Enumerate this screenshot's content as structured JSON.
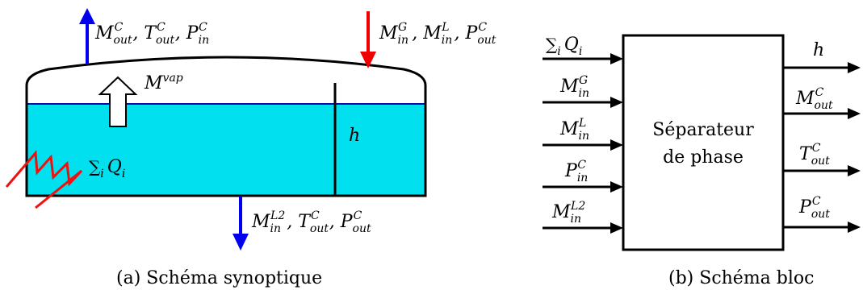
{
  "colors": {
    "liquid": "#00e0ee",
    "liquid_line": "#0a0aa8",
    "arrow_blue": "#0000ee",
    "arrow_red": "#ee0000",
    "heater": "#ee1111",
    "black": "#000000"
  },
  "synoptic": {
    "caption": "(a) Schéma synoptique",
    "top_left_flow": {
      "direction": "up",
      "color": "blue"
    },
    "top_right_flow": {
      "direction": "down",
      "color": "red"
    },
    "bottom_flow": {
      "direction": "down",
      "color": "blue"
    },
    "level_label": "h",
    "vapor_label_base": "M",
    "vapor_label_sup": "vap",
    "heat_label": "∑ᵢ Qᵢ"
  },
  "block": {
    "caption": "(b) Schéma bloc",
    "line1": "Séparateur",
    "line2": "de phase",
    "inputs": [
      {
        "base": "Q",
        "sub": "i",
        "sup": "",
        "sum": true
      },
      {
        "base": "M",
        "sub": "in",
        "sup": "G"
      },
      {
        "base": "M",
        "sub": "in",
        "sup": "L"
      },
      {
        "base": "P",
        "sub": "in",
        "sup": "C"
      },
      {
        "base": "M",
        "sub": "in",
        "sup": "L2"
      }
    ],
    "outputs": [
      {
        "base": "h",
        "sub": "",
        "sup": ""
      },
      {
        "base": "M",
        "sub": "out",
        "sup": "C"
      },
      {
        "base": "T",
        "sub": "out",
        "sup": "C"
      },
      {
        "base": "P",
        "sub": "out",
        "sup": "C"
      }
    ]
  }
}
